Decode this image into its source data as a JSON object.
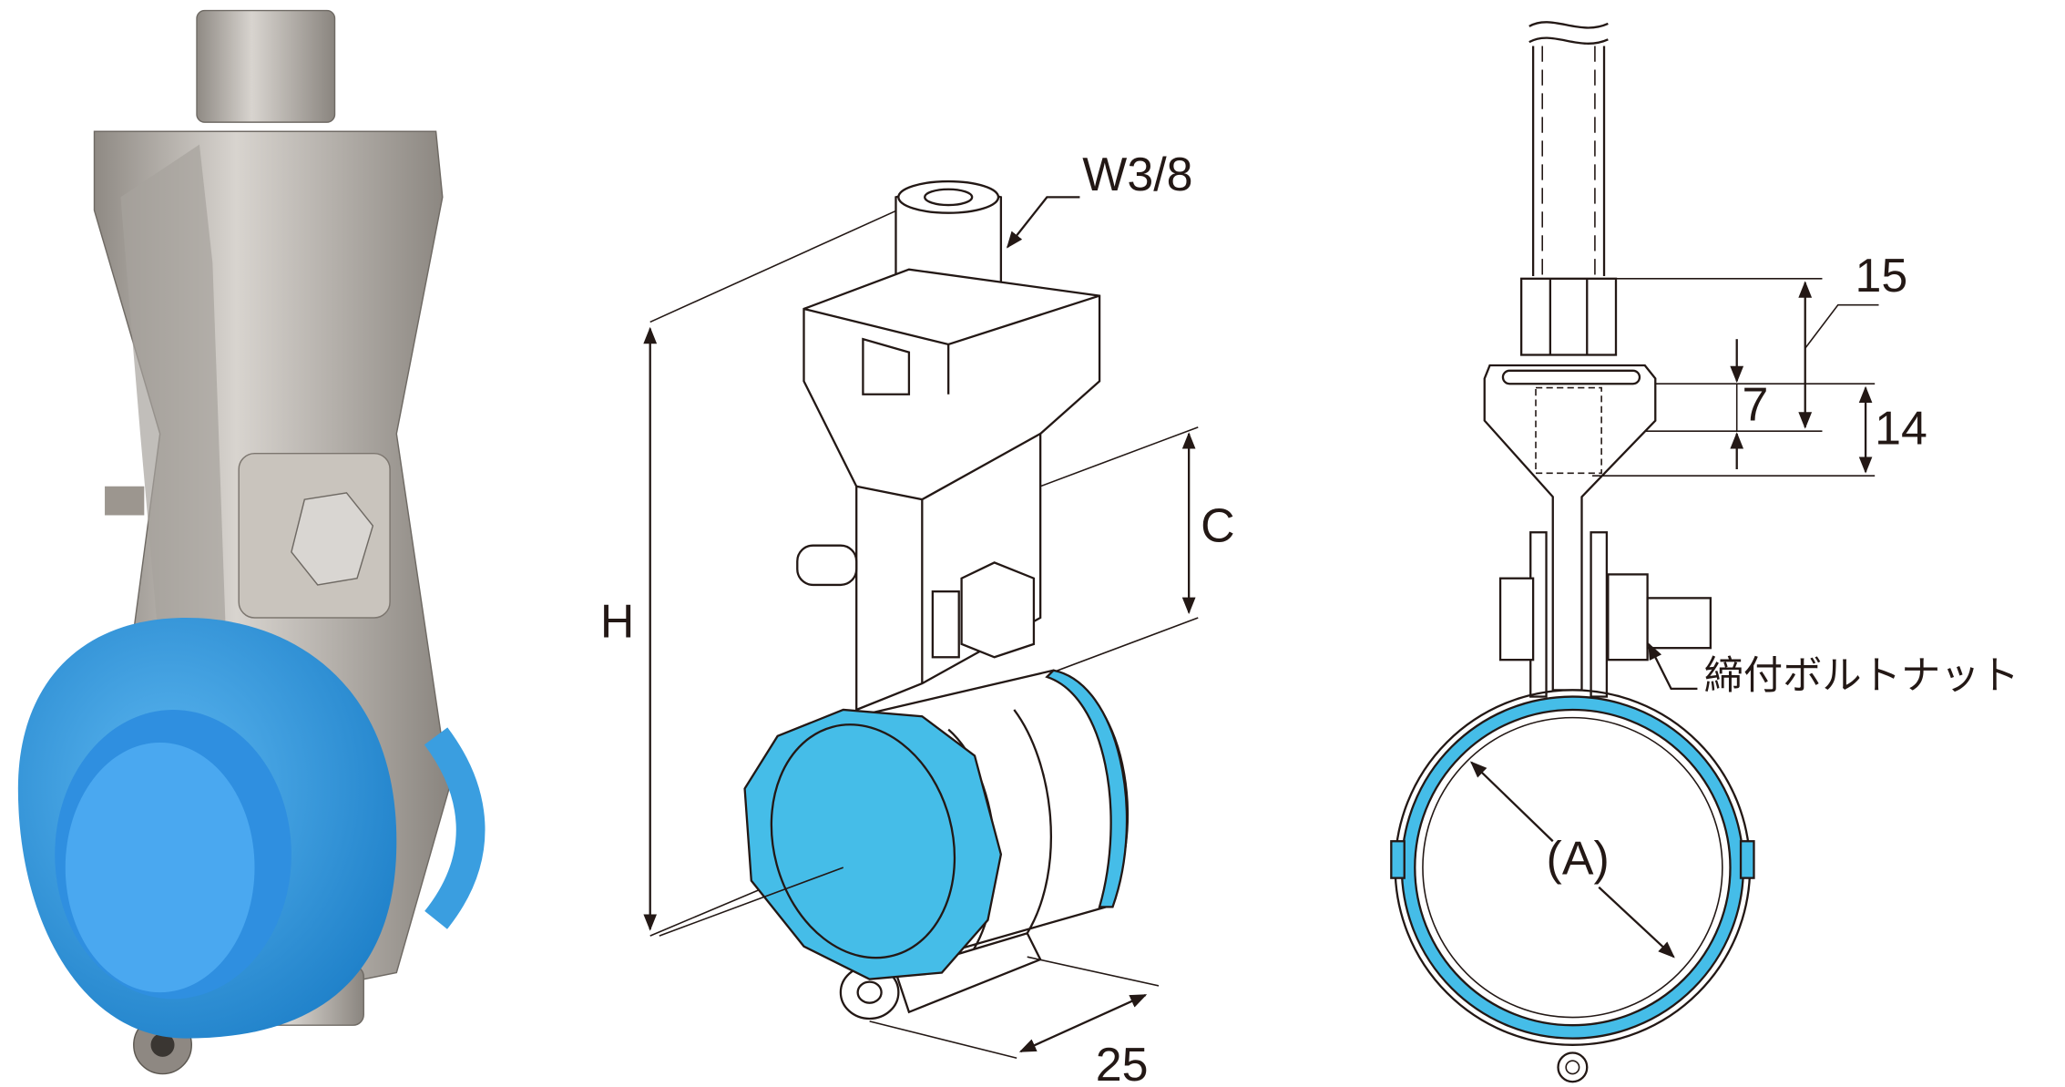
{
  "labels": {
    "thread_size": "W3/8",
    "height": "H",
    "clearance": "C",
    "width": "25",
    "dim_top": "15",
    "dim_slot": "7",
    "dim_head": "14",
    "bolt_nut": "締付ボルトナット",
    "pipe_diameter": "(A)"
  },
  "colors": {
    "liner_blue": "#45bde8",
    "photo_blue": "#3a9ee0",
    "stainless": "#b9b4ae",
    "line": "#231815"
  }
}
